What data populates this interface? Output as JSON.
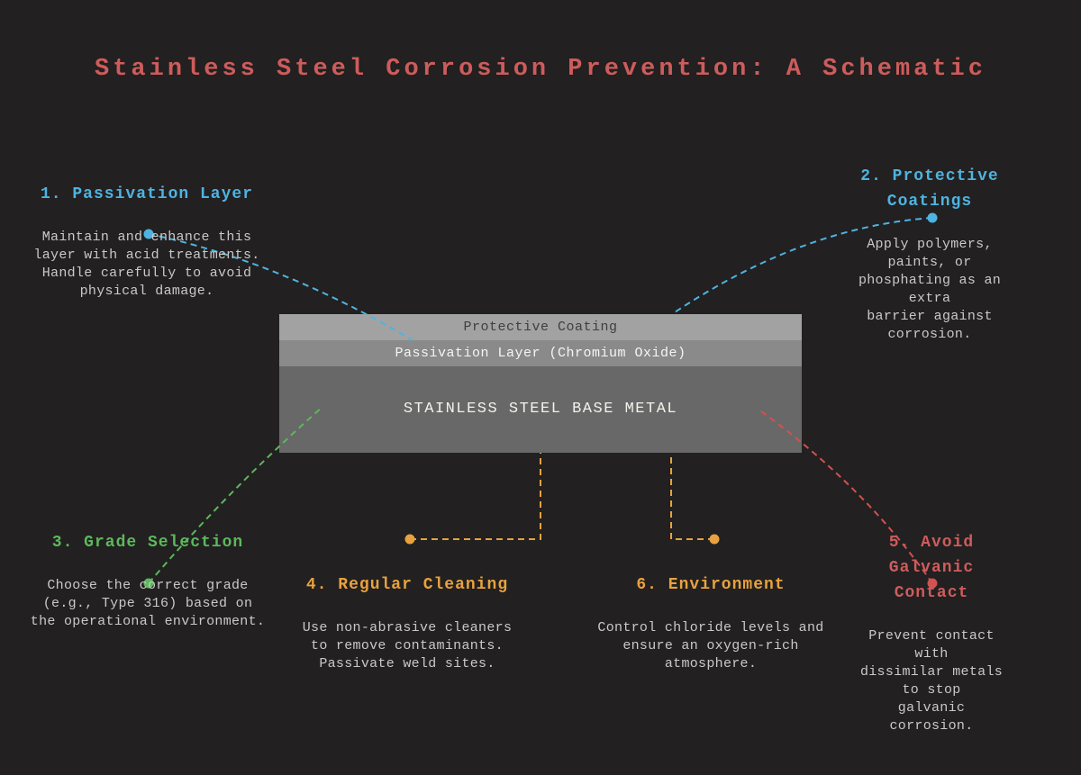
{
  "title": "Stainless Steel Corrosion Prevention: A Schematic",
  "colors": {
    "background": "#222020",
    "title": "#cd5c5c",
    "body_text": "#c9c9c9",
    "blue": "#4eb3e2",
    "green": "#5cb85c",
    "orange": "#e8a23f",
    "red_heading": "#cd5c5c",
    "red_line": "#d25151",
    "coating_fill": "#a2a2a2",
    "coating_text": "#3f3f3f",
    "passivation_fill": "#8a8a8a",
    "passivation_text": "#f5f5f5",
    "base_fill": "#686868",
    "base_text": "#f2f2ec"
  },
  "stack": {
    "coating_label": "Protective Coating",
    "passivation_label": "Passivation Layer (Chromium Oxide)",
    "base_label": "STAINLESS STEEL BASE METAL"
  },
  "annotations": [
    {
      "heading": "1. Passivation Layer",
      "body": "Maintain and enhance this\nlayer with acid treatments.\nHandle carefully to avoid\nphysical damage."
    },
    {
      "heading": "2. Protective Coatings",
      "body": "Apply polymers, paints, or\nphosphating as an extra\nbarrier against corrosion."
    },
    {
      "heading": "3. Grade Selection",
      "body": "Choose the correct grade\n(e.g., Type 316) based on\nthe operational environment."
    },
    {
      "heading": "4. Regular Cleaning",
      "body": "Use non-abrasive cleaners\nto remove contaminants.\nPassivate weld sites."
    },
    {
      "heading": "5. Avoid Galvanic Contact",
      "body": "Prevent contact with\ndissimilar metals to stop\ngalvanic corrosion."
    },
    {
      "heading": "6. Environment",
      "body": "Control chloride levels and\nensure an oxygen-rich\natmosphere."
    }
  ]
}
